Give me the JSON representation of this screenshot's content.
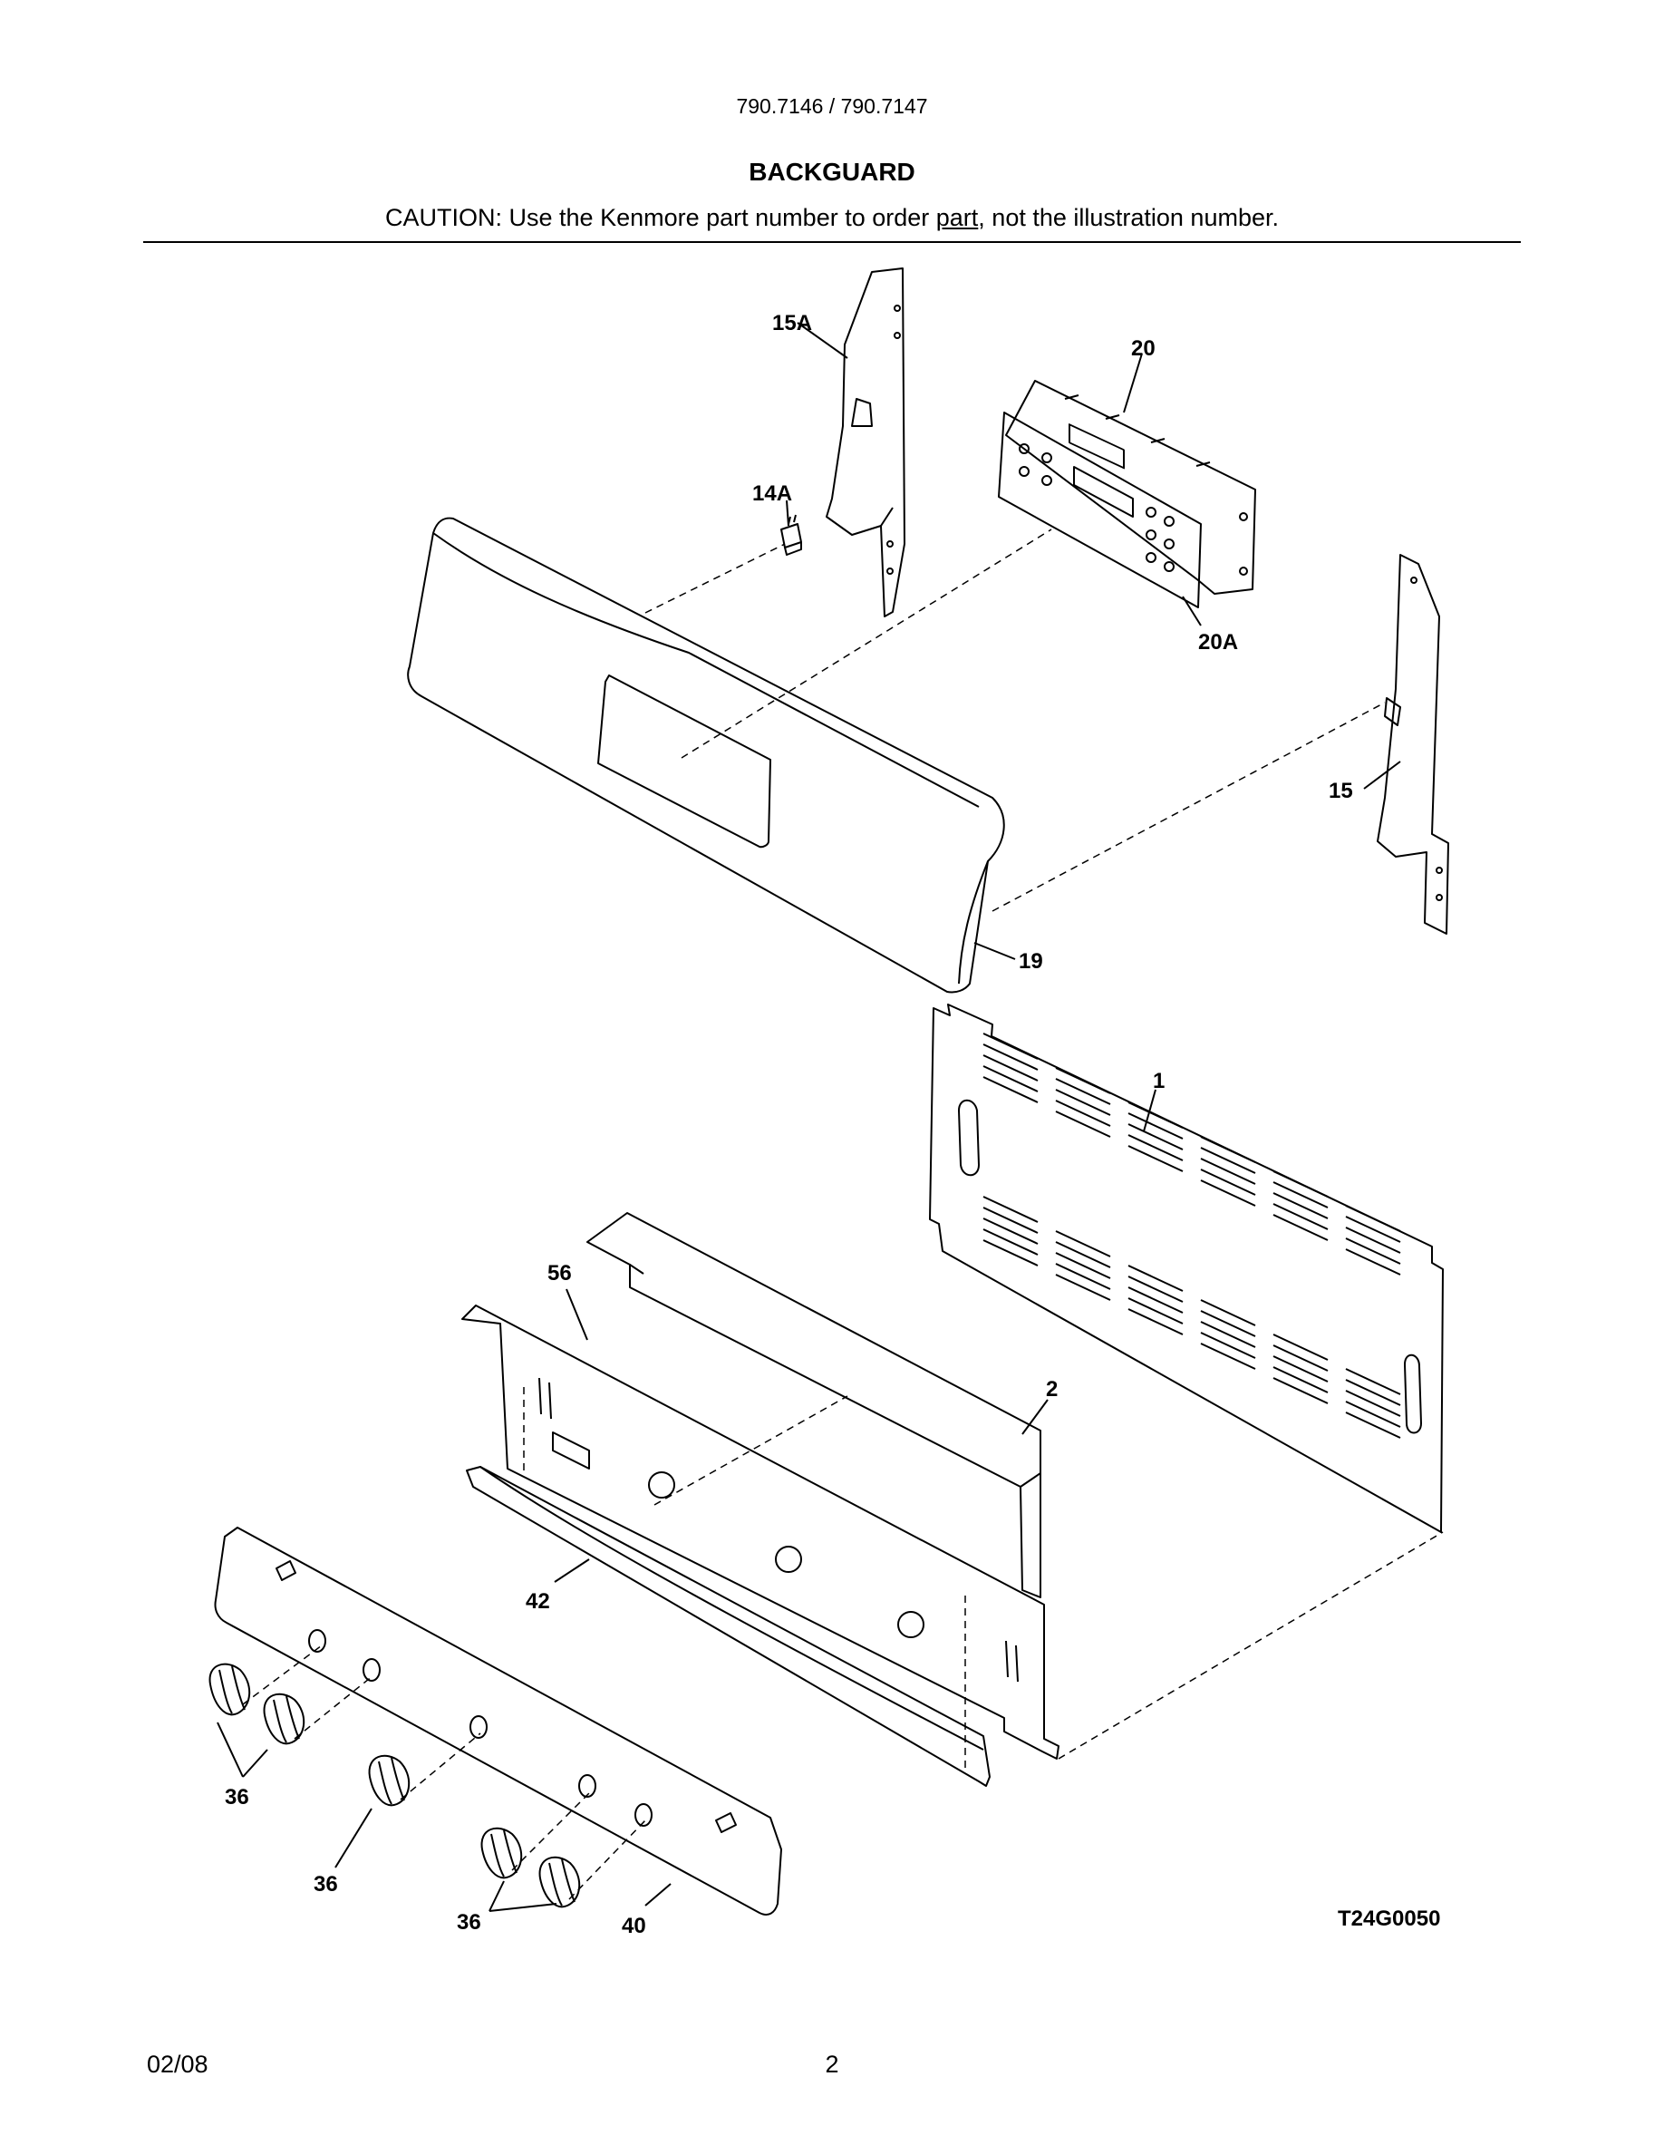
{
  "header": {
    "model": "790.7146 / 790.7147",
    "title": "BACKGUARD",
    "caution_pre": "CAUTION: Use the Kenmore part number to order ",
    "caution_underlined": "part",
    "caution_post": ", not the illustration number."
  },
  "diagram": {
    "labels": {
      "l15A": "15A",
      "l20": "20",
      "l14A": "14A",
      "l20A": "20A",
      "l15": "15",
      "l19": "19",
      "l1": "1",
      "l56": "56",
      "l2": "2",
      "l42": "42",
      "l36a": "36",
      "l36b": "36",
      "l36c": "36",
      "l40": "40"
    },
    "code": "T24G0050"
  },
  "footer": {
    "date": "02/08",
    "page": "2"
  }
}
